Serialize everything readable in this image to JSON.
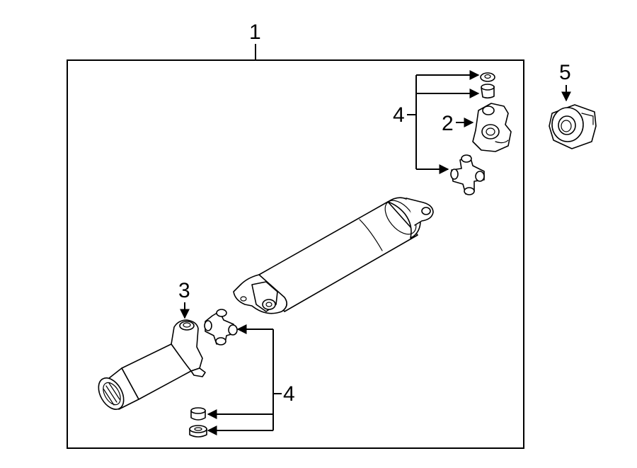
{
  "diagram": {
    "callouts": {
      "assembly": "1",
      "yoke_rear": "2",
      "yoke_front": "3",
      "ujoint_top": "4",
      "ujoint_bottom": "4",
      "flange": "5"
    }
  }
}
